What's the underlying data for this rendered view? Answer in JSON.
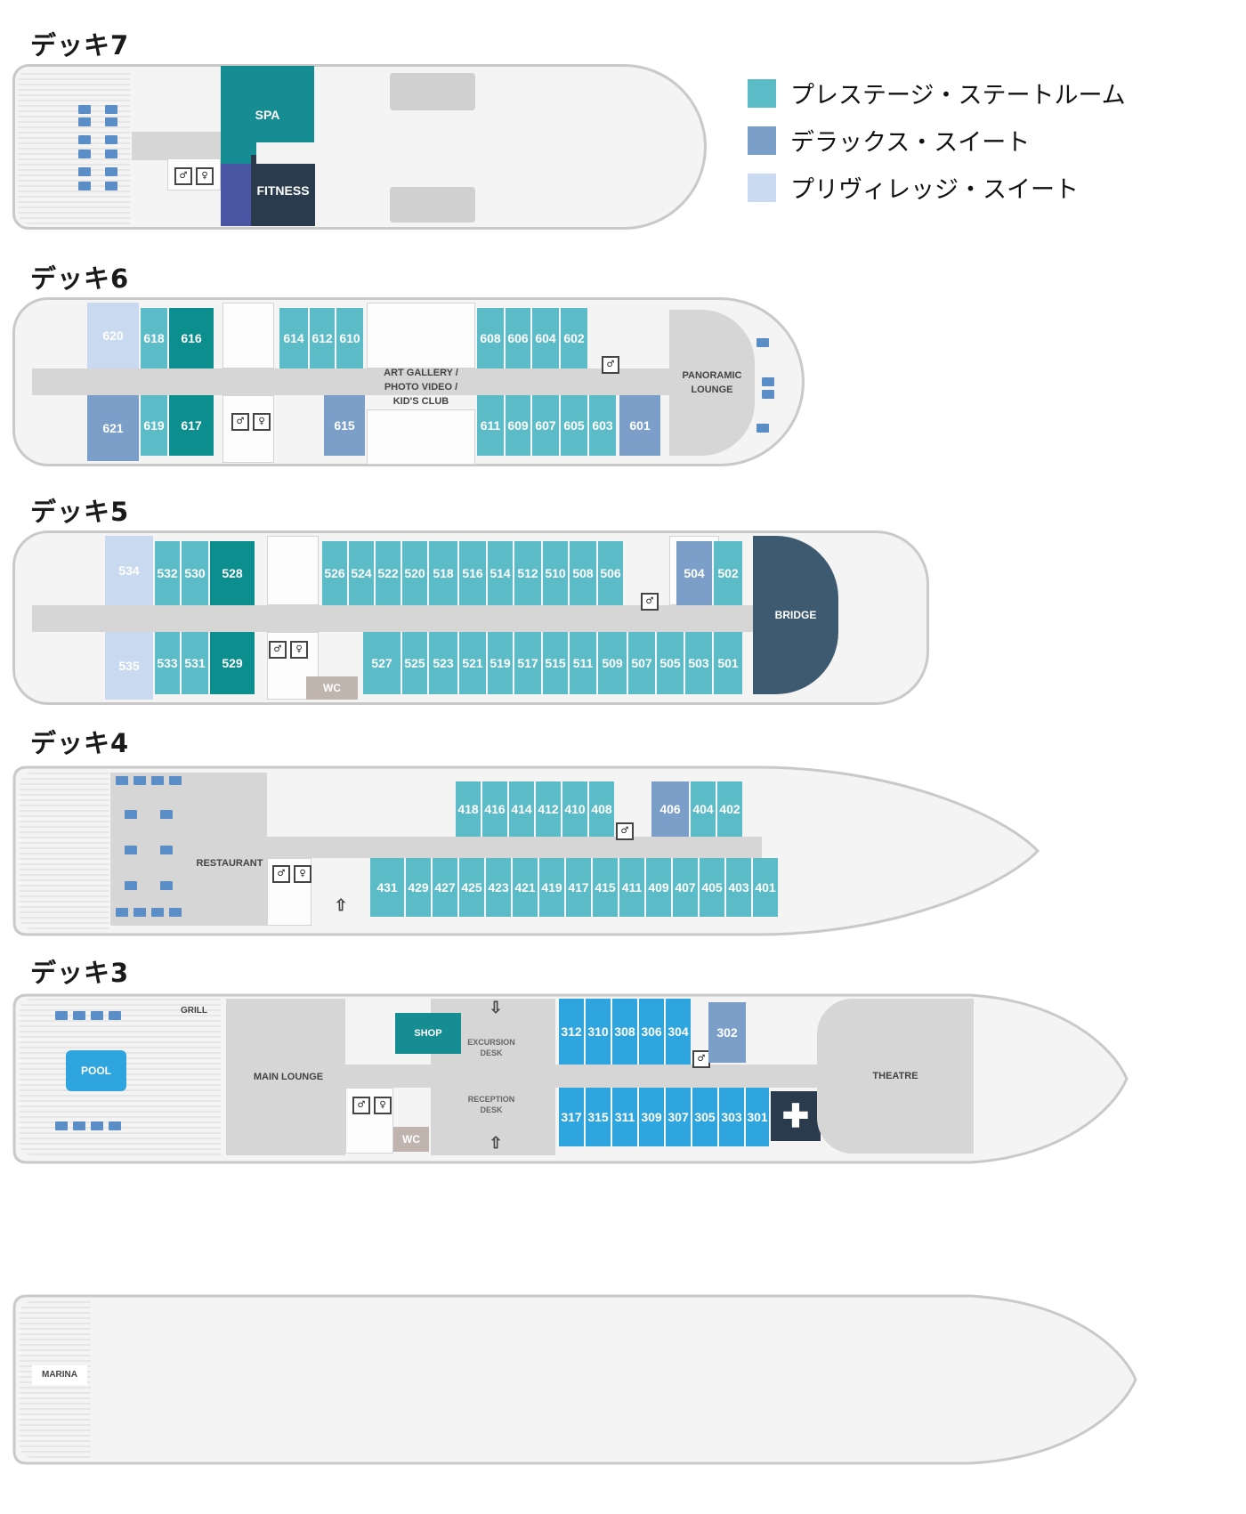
{
  "legend": [
    {
      "label": "プレステージ・ステートルーム",
      "color": "#5bbcc8"
    },
    {
      "label": "デラックス・スイート",
      "color": "#7b9fc9"
    },
    {
      "label": "プリヴィレッジ・スイート",
      "color": "#c9d9ef"
    }
  ],
  "deck7": {
    "title": "デッキ7",
    "spa": "SPA",
    "fitness": "FITNESS"
  },
  "deck6": {
    "title": "デッキ6",
    "cabins_top": [
      "620",
      "618",
      "616",
      "614",
      "612",
      "610",
      "608",
      "606",
      "604",
      "602"
    ],
    "cabins_bottom": [
      "621",
      "619",
      "617",
      "615",
      "611",
      "609",
      "607",
      "605",
      "603",
      "601"
    ],
    "art_gallery": "ART GALLERY /\nPHOTO VIDEO /\nKID'S CLUB",
    "panoramic": "PANORAMIC\nLOUNGE"
  },
  "deck5": {
    "title": "デッキ5",
    "cabins_top": [
      "534",
      "532",
      "530",
      "528",
      "526",
      "524",
      "522",
      "520",
      "518",
      "516",
      "514",
      "512",
      "510",
      "508",
      "506",
      "504",
      "502"
    ],
    "cabins_bottom": [
      "535",
      "533",
      "531",
      "529",
      "527",
      "525",
      "523",
      "521",
      "519",
      "517",
      "515",
      "511",
      "509",
      "507",
      "505",
      "503",
      "501"
    ],
    "wc": "WC",
    "bridge": "BRIDGE"
  },
  "deck4": {
    "title": "デッキ4",
    "cabins_top": [
      "418",
      "416",
      "414",
      "412",
      "410",
      "408",
      "406",
      "404",
      "402"
    ],
    "cabins_bottom": [
      "431",
      "429",
      "427",
      "425",
      "423",
      "421",
      "419",
      "417",
      "415",
      "411",
      "409",
      "407",
      "405",
      "403",
      "401"
    ],
    "restaurant": "RESTAURANT"
  },
  "deck3": {
    "title": "デッキ3",
    "cabins_top": [
      "312",
      "310",
      "308",
      "306",
      "304",
      "302"
    ],
    "cabins_bottom": [
      "317",
      "315",
      "311",
      "309",
      "307",
      "305",
      "303",
      "301"
    ],
    "grill": "GRILL",
    "pool": "POOL",
    "main_lounge": "MAIN LOUNGE",
    "shop": "SHOP",
    "excursion": "EXCURSION\nDESK",
    "reception": "RECEPTION\nDESK",
    "wc": "WC",
    "theatre": "THEATRE"
  },
  "deck2": {
    "marina": "MARINA"
  }
}
